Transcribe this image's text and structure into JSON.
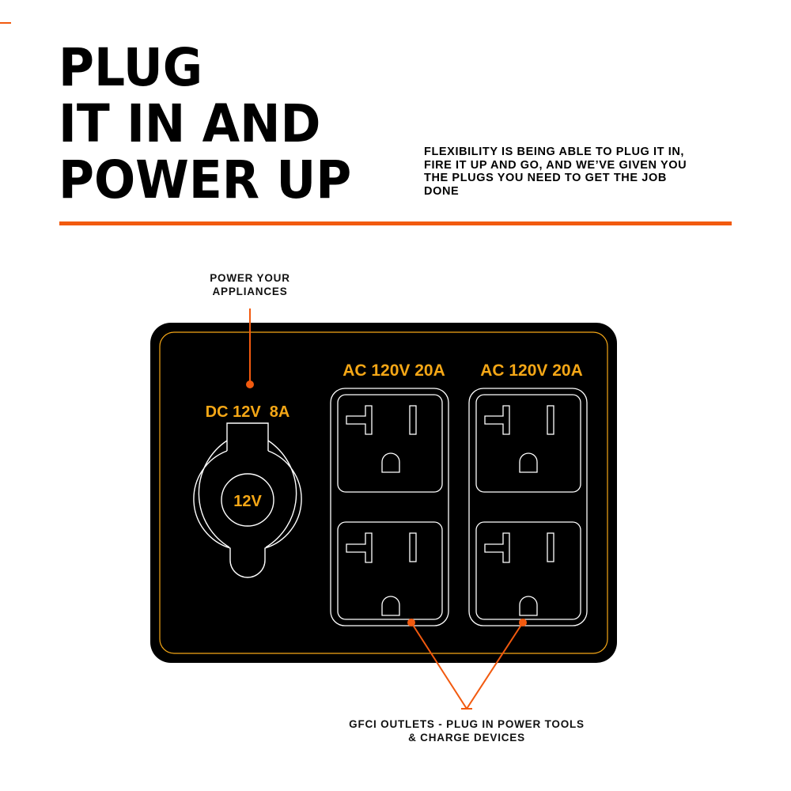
{
  "headline": {
    "lines": [
      "PLUG",
      "IT IN AND",
      "POWER UP"
    ]
  },
  "blurb": {
    "lines": [
      "FLEXIBILITY IS BEING ABLE TO PLUG IT IN,",
      "FIRE IT UP AND GO, AND WE’VE GIVEN YOU",
      "THE PLUGS YOU NEED TO GET THE JOB",
      "DONE"
    ]
  },
  "callouts": {
    "dc": {
      "lines": [
        "POWER YOUR",
        "APPLIANCES"
      ]
    },
    "gfci": {
      "lines": [
        "GFCI OUTLETS - PLUG IN POWER TOOLS",
        "& CHARGE DEVICES"
      ]
    }
  },
  "panel": {
    "dc_label": "DC 12V  8A",
    "dc_socket_label": "12V",
    "ac_labels": [
      "AC 120V 20A",
      "AC 120V 20A"
    ]
  },
  "colors": {
    "accent_orange": "#f25a0f",
    "label_yellow": "#f5a716",
    "panel_black": "#000000",
    "outline_white": "#ffffff"
  }
}
